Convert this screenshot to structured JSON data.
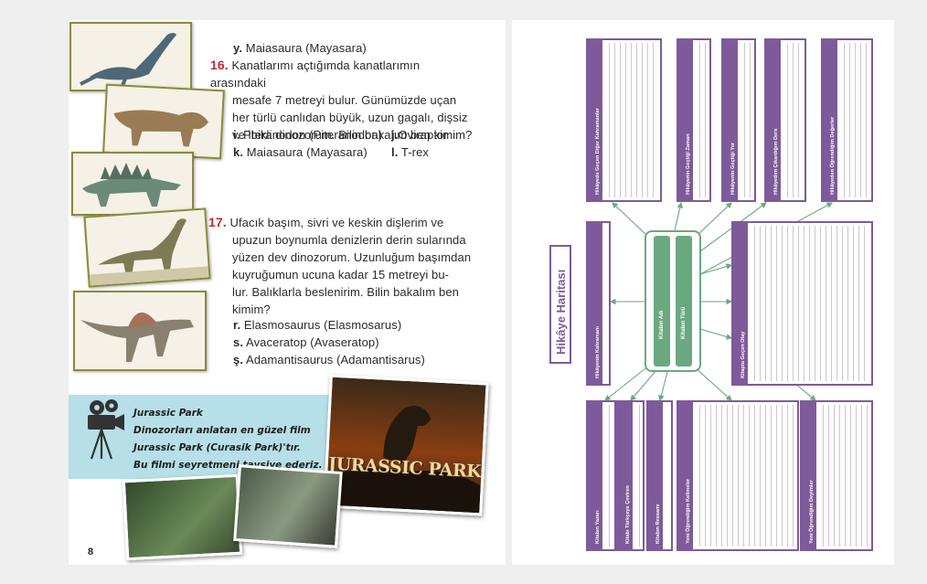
{
  "left_page": {
    "q15_tail": {
      "letter": "y.",
      "text": "Maiasaura (Mayasara)"
    },
    "q16": {
      "number": "16.",
      "lines": [
        "Kanatlarımı açtığımda kanatlarımın arasındaki",
        "mesafe 7 metreyi bulur. Günümüzde uçan",
        "her türlü canlıdan büyük, uzun gagalı, dişsiz",
        "ve ibikli dinozorum. Bilin bakalım ben kimim?"
      ],
      "options": [
        {
          "letter": "i.",
          "text": "Pteranodon (Piteranodon)"
        },
        {
          "letter": "j.",
          "text": "Oviraptor"
        },
        {
          "letter": "k.",
          "text": "Maiasaura (Mayasara)"
        },
        {
          "letter": "l.",
          "text": "T-rex"
        }
      ]
    },
    "q17": {
      "number": "17.",
      "lines": [
        "Ufacık başım, sivri ve keskin dişlerim ve",
        "upuzun boynumla denizlerin derin sularında",
        "yüzen dev dinozorum. Uzunluğum başımdan",
        "kuyruğumun ucuna kadar 15 metreyi bu-",
        "lur. Balıklarla beslenirim. Bilin bakalım ben",
        "kimim?"
      ],
      "options": [
        {
          "letter": "r.",
          "text": "Elasmosaurus (Elasmosarus)"
        },
        {
          "letter": "s.",
          "text": "Avaceratop (Avaseratop)"
        },
        {
          "letter": "ş.",
          "text": "Adamantisaurus (Adamantisarus)"
        }
      ]
    },
    "jurassic": {
      "lines": [
        "Jurassic Park",
        "Dinozorları anlatan en güzel film",
        "Jurassic Park (Curasik Park)'tır.",
        "Bu filmi seyretmeni tavsiye ederiz."
      ],
      "poster_title": "JURASSIC PARK"
    },
    "page_number": "8"
  },
  "right_page": {
    "title": "Hikâye Haritası",
    "center": {
      "left": "Kitabın Adı",
      "right": "Kitabın Türü"
    },
    "top_boxes": [
      "Hikâyede Geçen Diğer Kahramanlar",
      "Hikâyenin Geçtiği Zaman",
      "Hikâyenin Geçtiği Yer",
      "Hikâyeden Çıkardığım Ders",
      "Hikâyeden Öğrendiğim Değerler"
    ],
    "middle_left": "Hikâyenin Kahramanı",
    "middle_right": "Kitapta Geçen Olay",
    "bottom_boxes": [
      "Kitabın Yazarı",
      "Kitabı Türkçeye Çeviren",
      "Kitabın Ressamı",
      "Yeni Öğrendiğim Kelimeler",
      "Yeni Öğrendiğim Deyimler"
    ]
  },
  "colors": {
    "purple": "#7e5a9a",
    "green": "#6aa880",
    "red": "#c0282d",
    "light_blue": "#b6dfe7"
  }
}
